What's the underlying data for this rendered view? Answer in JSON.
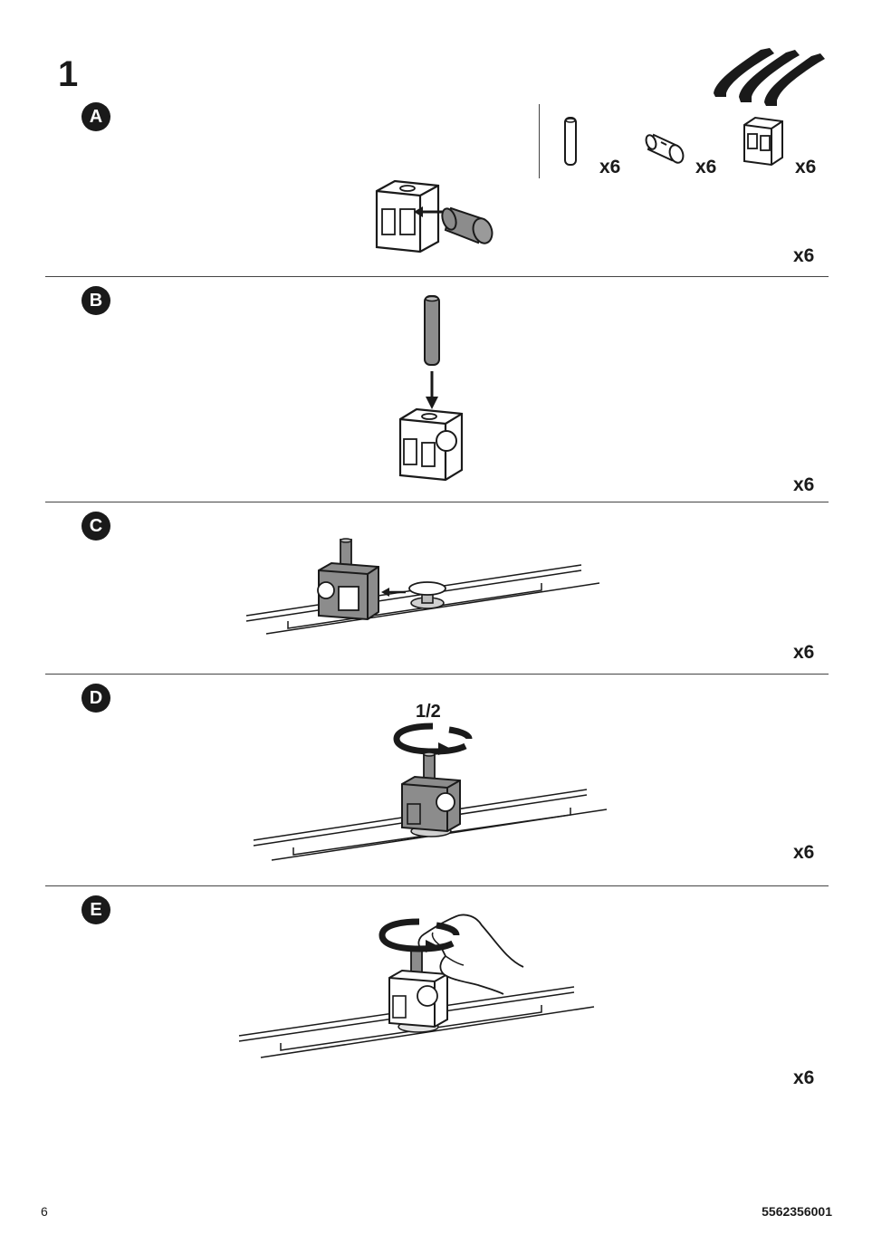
{
  "step": {
    "number": "1"
  },
  "parts": [
    {
      "icon": "dowel-pin-icon",
      "qty": "x6"
    },
    {
      "icon": "cam-barrel-icon",
      "qty": "x6"
    },
    {
      "icon": "bracket-block-icon",
      "qty": "x6"
    }
  ],
  "substeps": [
    {
      "letter": "A",
      "qty": "x6"
    },
    {
      "letter": "B",
      "qty": "x6"
    },
    {
      "letter": "C",
      "qty": "x6"
    },
    {
      "letter": "D",
      "qty": "x6",
      "turn_label": "1/2"
    },
    {
      "letter": "E",
      "qty": "x6"
    }
  ],
  "footer": {
    "page": "6",
    "code": "5562356001"
  },
  "colors": {
    "ink": "#1a1a1a",
    "grey_part": "#8c8c8c"
  }
}
